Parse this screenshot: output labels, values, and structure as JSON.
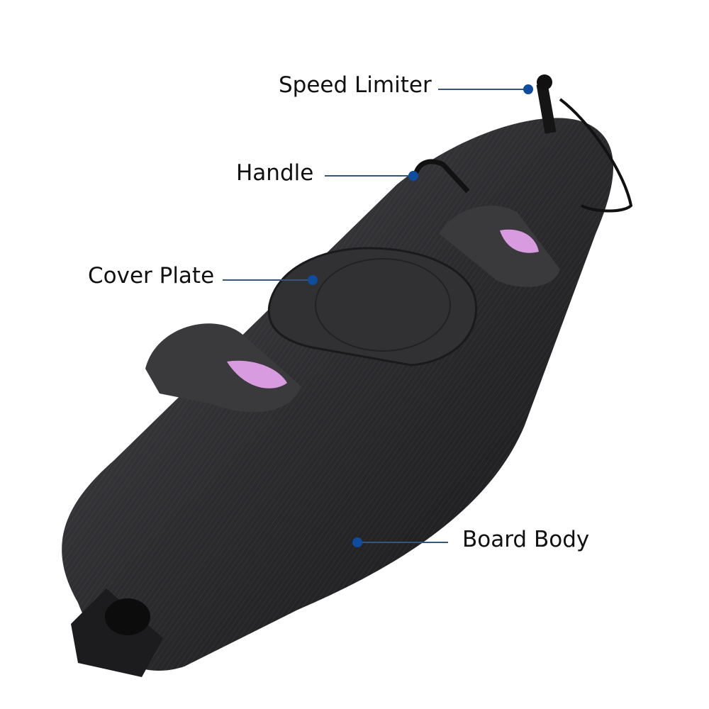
{
  "callouts": [
    {
      "id": "speed-limiter",
      "label": "Speed Limiter"
    },
    {
      "id": "handle",
      "label": "Handle"
    },
    {
      "id": "cover-plate",
      "label": "Cover Plate"
    },
    {
      "id": "board-body",
      "label": "Board Body"
    }
  ],
  "colors": {
    "leader_line": "#3a5478",
    "dot": "#0d4c9e",
    "board": "#2a2a2c",
    "footpad": "#d99be0"
  }
}
